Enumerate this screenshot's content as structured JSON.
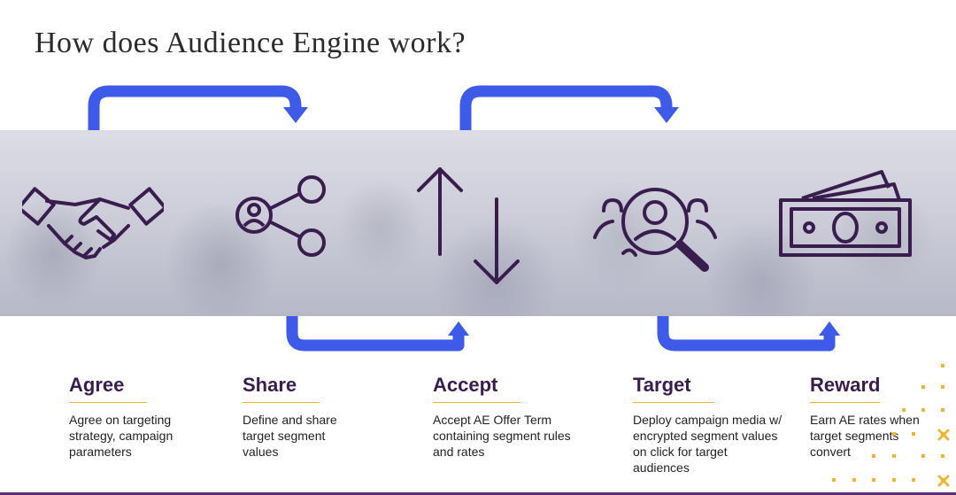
{
  "title": "How does Audience Engine work?",
  "colors": {
    "arrow": "#3d5ae8",
    "icon": "#3a1d4f",
    "accent": "#f0b436",
    "heading": "#3a1d4f"
  },
  "steps": [
    {
      "name": "Agree",
      "icon": "handshake-icon",
      "description": "Agree on targeting strategy, campaign parameters"
    },
    {
      "name": "Share",
      "icon": "share-icon",
      "description": "Define and share target segment values"
    },
    {
      "name": "Accept",
      "icon": "up-down-arrows-icon",
      "description": "Accept AE Offer Term containing segment rules and rates"
    },
    {
      "name": "Target",
      "icon": "audience-search-icon",
      "description": "Deploy campaign media w/ encrypted segment values on click for target audiences"
    },
    {
      "name": "Reward",
      "icon": "money-icon",
      "description": "Earn AE rates when target segments convert"
    }
  ]
}
